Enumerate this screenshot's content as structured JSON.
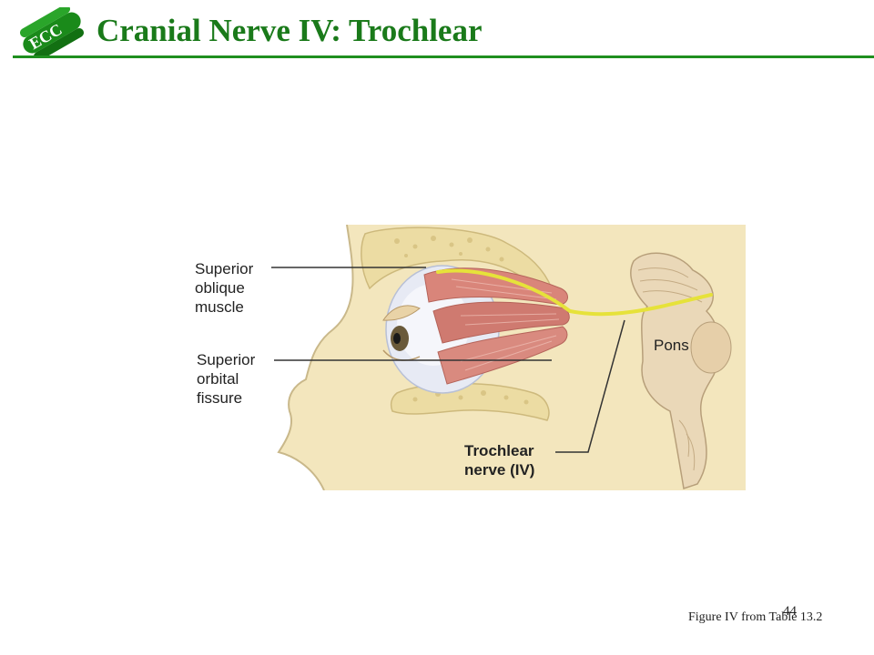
{
  "slide": {
    "title": "Cranial Nerve IV: Trochlear",
    "logo": "ecc-logo",
    "page_number": "44",
    "caption": "Figure IV from Table 13.2",
    "colors": {
      "title": "#1a7a1a",
      "rule": "#1f8f1f",
      "skin": "#f3e6bd",
      "bone": "#ecdca3",
      "nerve": "#e6e23a",
      "muscle": "#d9857a"
    }
  },
  "figure": {
    "labels": {
      "superior_oblique": "Superior\noblique\nmuscle",
      "superior_orbital": "Superior\norbital\nfissure",
      "pons": "Pons",
      "trochlear": "Trochlear\nnerve (IV)"
    }
  }
}
